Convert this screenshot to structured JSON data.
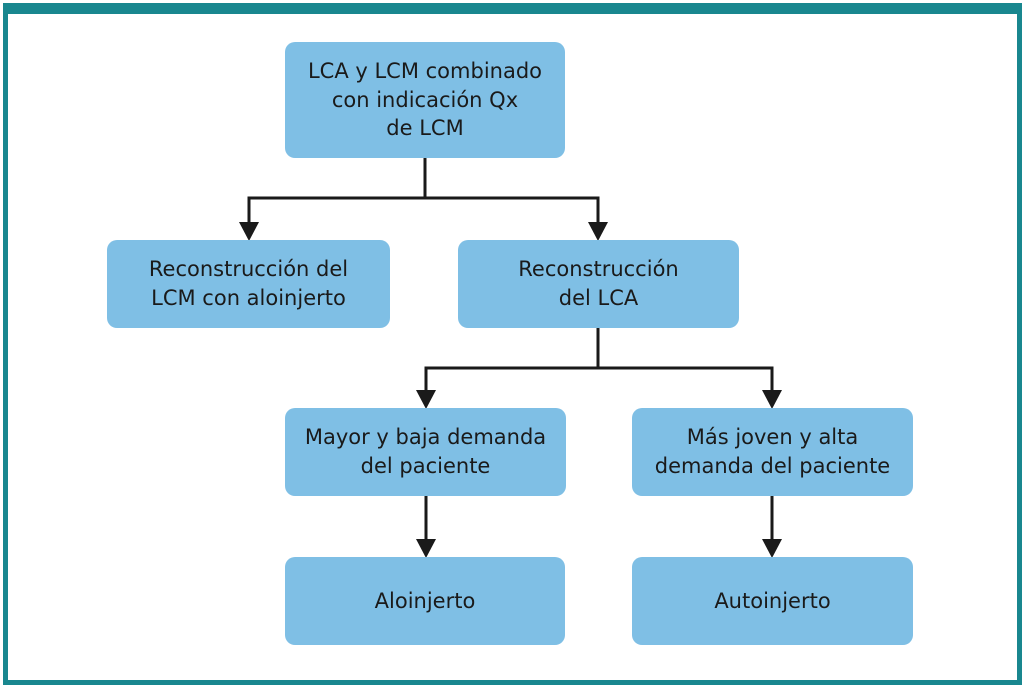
{
  "colors": {
    "frame": "#19878F",
    "node_fill": "#7FBFE5",
    "arrow": "#1A1A1A",
    "text": "#1A1A1A",
    "background": "#FFFFFF"
  },
  "diagram": {
    "type": "flowchart",
    "nodes": {
      "root": {
        "label": "LCA y LCM combinado\ncon indicación Qx\nde LCM"
      },
      "lcm_allograft": {
        "label": "Reconstrucción del\nLCM con aloinjerto"
      },
      "lca_reconstruction": {
        "label": "Reconstrucción\ndel LCA"
      },
      "older_low_demand": {
        "label": "Mayor y baja demanda\ndel paciente"
      },
      "younger_high_demand": {
        "label": "Más joven y alta\ndemanda del paciente"
      },
      "allograft": {
        "label": "Aloinjerto"
      },
      "autograft": {
        "label": "Autoinjerto"
      }
    },
    "edges": [
      {
        "from": "root",
        "to": "lcm_allograft"
      },
      {
        "from": "root",
        "to": "lca_reconstruction"
      },
      {
        "from": "lca_reconstruction",
        "to": "older_low_demand"
      },
      {
        "from": "lca_reconstruction",
        "to": "younger_high_demand"
      },
      {
        "from": "older_low_demand",
        "to": "allograft"
      },
      {
        "from": "younger_high_demand",
        "to": "autograft"
      }
    ]
  }
}
